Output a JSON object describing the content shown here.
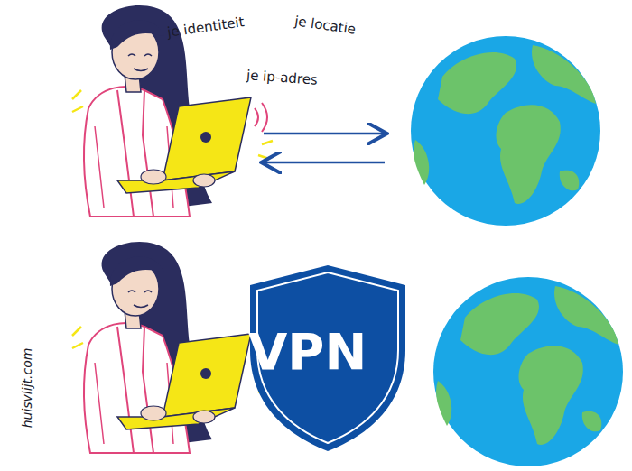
{
  "diagram": {
    "nodes": [
      {
        "text": [
          "VPN"
        ]
      }
    ],
    "labels": [
      "je identiteit",
      "je locatie",
      "je ip-adres",
      "huisvlijt.com"
    ]
  }
}
